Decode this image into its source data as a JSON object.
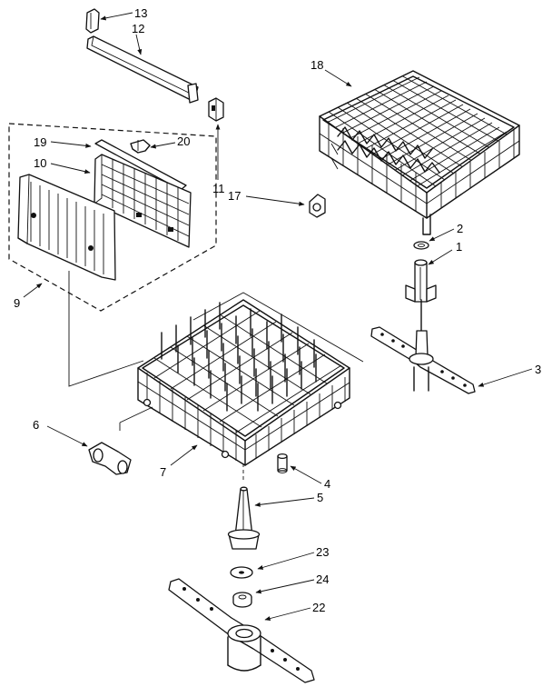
{
  "callouts": [
    {
      "id": "c13",
      "text": "13"
    },
    {
      "id": "c12",
      "text": "12"
    },
    {
      "id": "c18",
      "text": "18"
    },
    {
      "id": "c19",
      "text": "19"
    },
    {
      "id": "c20",
      "text": "20"
    },
    {
      "id": "c10",
      "text": "10"
    },
    {
      "id": "c11",
      "text": "11"
    },
    {
      "id": "c17",
      "text": "17"
    },
    {
      "id": "c2",
      "text": "2"
    },
    {
      "id": "c1",
      "text": "1"
    },
    {
      "id": "c9",
      "text": "9"
    },
    {
      "id": "c3",
      "text": "3"
    },
    {
      "id": "c6",
      "text": "6"
    },
    {
      "id": "c7",
      "text": "7"
    },
    {
      "id": "c4",
      "text": "4"
    },
    {
      "id": "c5",
      "text": "5"
    },
    {
      "id": "c23",
      "text": "23"
    },
    {
      "id": "c24",
      "text": "24"
    },
    {
      "id": "c22",
      "text": "22"
    }
  ]
}
